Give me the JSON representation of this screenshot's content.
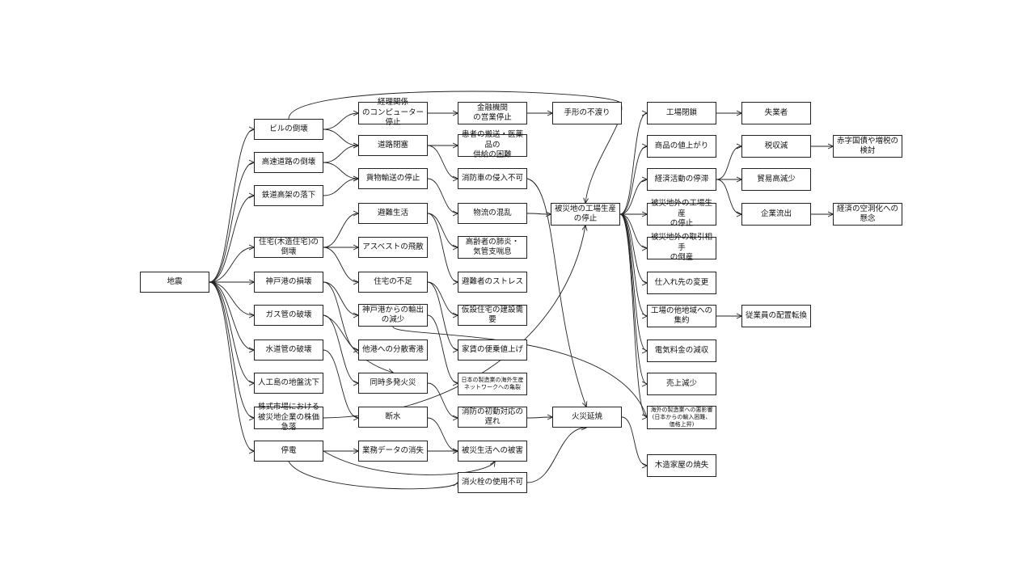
{
  "nodes": {
    "earthquake": "地震",
    "bldg": "ビルの倒壊",
    "hwy": "高速道路の倒壊",
    "rail": "鉄道高架の落下",
    "house": "住宅(木造住宅)の倒壊",
    "port": "神戸港の損壊",
    "gas": "ガス管の破壊",
    "water": "水道管の破壊",
    "island": "人工島の地盤沈下",
    "stock": "株式市場における\n被災地企業の株価急落",
    "power": "停電",
    "acct": "経理関係\nのコンピューター停止",
    "road": "道路閉塞",
    "cargo": "貨物輸送の停止",
    "evac": "避難生活",
    "asbestos": "アスベストの飛散",
    "housing": "住宅の不足",
    "export": "神戸港からの輸出\nの減少",
    "otherport": "他港への分散寄港",
    "fires": "同時多発火災",
    "cutoff": "断水",
    "dataloss": "業務データの消失",
    "bank": "金融機関\nの営業停止",
    "patient": "患者の搬送・医薬品の\n供給の困難",
    "fireengine": "消防車の侵入不可",
    "logistics": "物流の混乱",
    "elderly": "高齢者の肺炎・\n気管支喘息",
    "stress": "避難者のストレス",
    "temphouse": "仮設住宅の建設需要",
    "rent": "家賃の便乗値上げ",
    "network": "日本の製造業の海外生産\nネットワークへの亀裂",
    "delay": "消防の初動対応の遅れ",
    "damage": "被災生活への被害",
    "hydrant": "消火栓の使用不可",
    "bill": "手形の不渡り",
    "stop": "被災地の工場生産\nの停止",
    "spread": "火災延焼",
    "closure": "工場閉鎖",
    "price": "商品の値上がり",
    "econ": "経済活動の停滞",
    "outside": "被災地外の工場生産\nの停止",
    "partner": "被災地外の取引相手\nの倒産",
    "supplier": "仕入れ先の変更",
    "concentrate": "工場の他地域への集約",
    "electric": "電気料金の減収",
    "sales": "売上減少",
    "overseas": "海外の製造業への悪影響\n(日本からの輸入困難、\n価格上昇)",
    "wooden": "木造家屋の焼失",
    "unemployed": "失業者",
    "tax": "税収減",
    "trade": "貿易高減少",
    "outflow": "企業流出",
    "redink": "赤字国債や増税の検討",
    "hollow": "経済の空洞化への懸念",
    "relocate": "従業員の配置転換"
  }
}
